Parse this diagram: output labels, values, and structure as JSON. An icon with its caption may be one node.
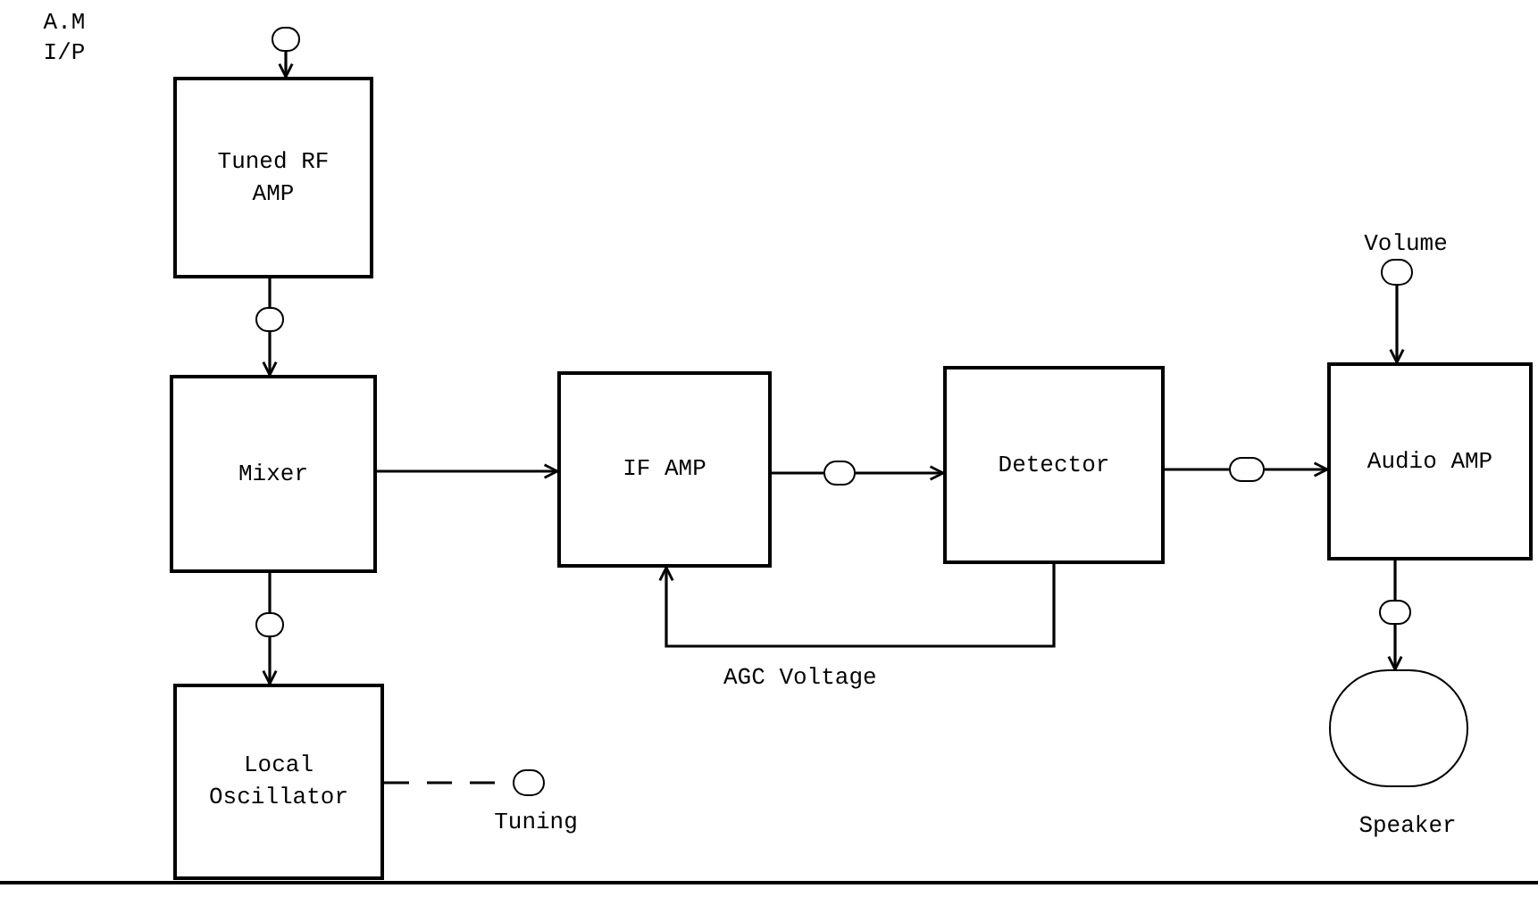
{
  "diagram": {
    "nodes": [
      {
        "text": [],
        "shape": "circle"
      },
      {
        "text": [
          "Tuned RF AMP"
        ]
      },
      {
        "text": [],
        "shape": "circle"
      },
      {
        "text": [
          "Mixer"
        ]
      },
      {
        "text": [
          "IF AMP"
        ]
      },
      {
        "text": [],
        "shape": "circle"
      },
      {
        "text": [
          "Detector"
        ]
      },
      {
        "text": [],
        "shape": "circle"
      },
      {
        "text": [],
        "shape": "circle",
        "beside": [
          "Volume"
        ]
      },
      {
        "text": [
          "Audio AMP"
        ]
      },
      {
        "text": [],
        "shape": "circle"
      },
      {
        "text": [],
        "shape": "circle",
        "beside": [
          "Speaker"
        ]
      },
      {
        "text": [],
        "shape": "circle"
      },
      {
        "text": [
          "Local Oscillator"
        ]
      },
      {
        "text": [],
        "shape": "circle",
        "beside": [
          "Tuning"
        ]
      }
    ],
    "edges": [
      {
        "from": 0,
        "to": 1,
        "arrow": "to"
      },
      {
        "from": 1,
        "to": 2,
        "arrow": "none"
      },
      {
        "from": 2,
        "to": 3,
        "arrow": "to"
      },
      {
        "from": 3,
        "to": 4,
        "arrow": "to"
      },
      {
        "from": 4,
        "to": 5,
        "arrow": "none"
      },
      {
        "from": 5,
        "to": 6,
        "arrow": "to"
      },
      {
        "from": 6,
        "to": 7,
        "arrow": "none"
      },
      {
        "from": 7,
        "to": 9,
        "arrow": "to"
      },
      {
        "from": 8,
        "to": 9,
        "arrow": "to"
      },
      {
        "from": 9,
        "to": 10,
        "arrow": "none"
      },
      {
        "from": 10,
        "to": 11,
        "arrow": "to"
      },
      {
        "from": 3,
        "to": 12,
        "arrow": "none"
      },
      {
        "from": 12,
        "to": 13,
        "arrow": "to"
      },
      {
        "from": 13,
        "to": 14,
        "arrow": "none",
        "style": "dashed"
      },
      {
        "from": 6,
        "to": 4,
        "arrow": "to",
        "label": "AGC Voltage"
      }
    ],
    "labels": [
      "A.M I/P"
    ]
  }
}
